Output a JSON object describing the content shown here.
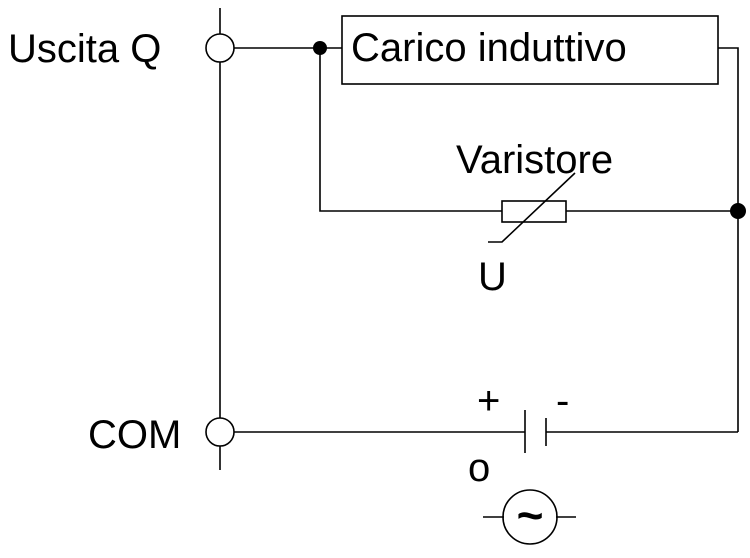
{
  "labels": {
    "output_terminal": "Uscita Q",
    "common_terminal": "COM",
    "load": "Carico induttivo",
    "varistor": "Varistore",
    "varistor_symbol": "U",
    "plus": "+",
    "minus": "-",
    "or": "o",
    "ac_symbol": "~"
  },
  "colors": {
    "line": "#000000",
    "background": "#ffffff"
  }
}
